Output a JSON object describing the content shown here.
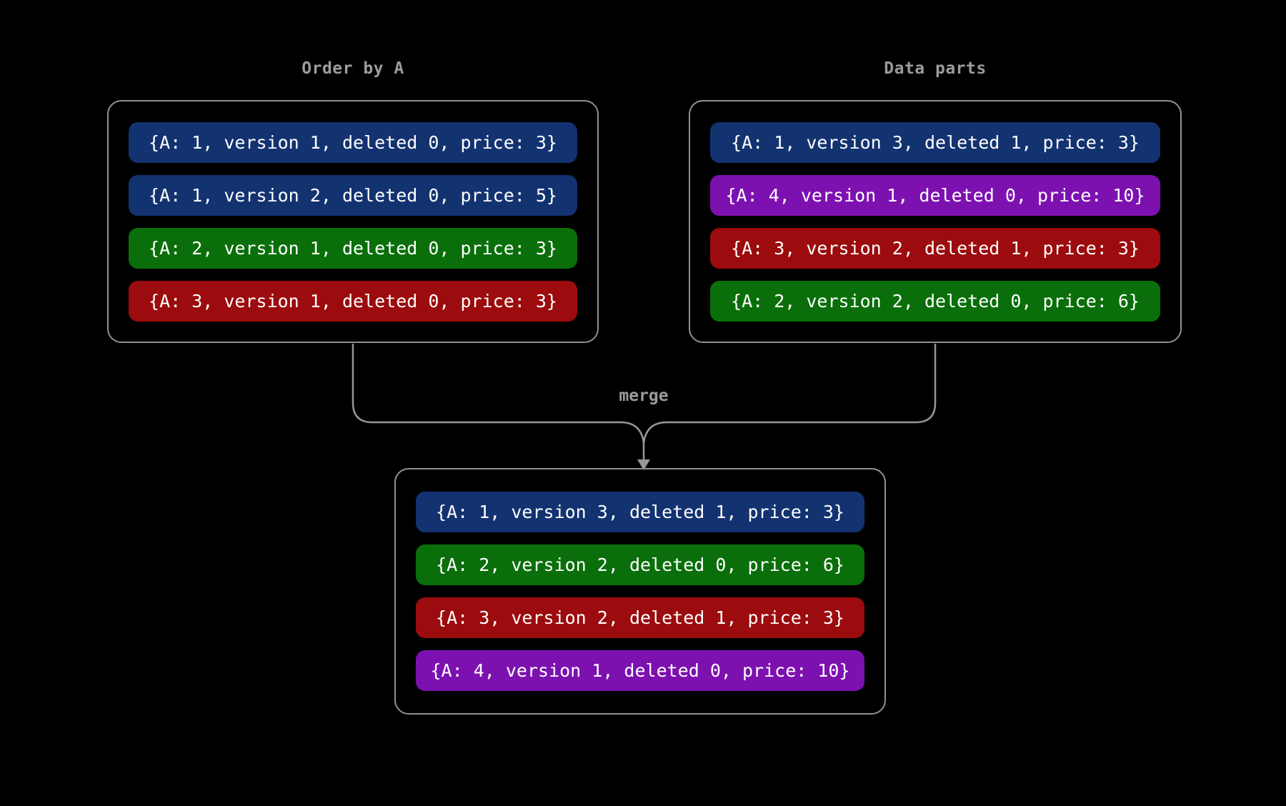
{
  "colors": {
    "background": "#000000",
    "box_border": "#8f9193",
    "connector": "#969696",
    "label_text": "#9a9c9e",
    "pill_text": "#ffffff",
    "blue": "#133270",
    "green": "#0a6f0a",
    "red": "#9c0b0d",
    "purple": "#7d11b0"
  },
  "panels": {
    "order_by_a": {
      "title": "Order by A",
      "rows": [
        {
          "text": "{A: 1, version 1, deleted 0, price: 3}",
          "color": "#133270"
        },
        {
          "text": "{A: 1, version 2, deleted 0, price: 5}",
          "color": "#133270"
        },
        {
          "text": "{A: 2, version 1, deleted 0, price: 3}",
          "color": "#0a6f0a"
        },
        {
          "text": "{A: 3, version 1, deleted 0, price: 3}",
          "color": "#9c0b0d"
        }
      ]
    },
    "data_parts": {
      "title": "Data parts",
      "rows": [
        {
          "text": "{A: 1, version 3, deleted 1, price: 3}",
          "color": "#133270"
        },
        {
          "text": "{A: 4, version 1, deleted 0, price: 10}",
          "color": "#7d11b0"
        },
        {
          "text": "{A: 3, version 2, deleted 1, price: 3}",
          "color": "#9c0b0d"
        },
        {
          "text": "{A: 2, version 2, deleted 0, price: 6}",
          "color": "#0a6f0a"
        }
      ]
    },
    "merged": {
      "rows": [
        {
          "text": "{A: 1, version 3, deleted 1, price: 3}",
          "color": "#133270"
        },
        {
          "text": "{A: 2, version 2, deleted 0, price: 6}",
          "color": "#0a6f0a"
        },
        {
          "text": "{A: 3, version 2, deleted 1, price: 3}",
          "color": "#9c0b0d"
        },
        {
          "text": "{A: 4, version 1, deleted 0, price: 10}",
          "color": "#7d11b0"
        }
      ]
    }
  },
  "merge_label": "merge"
}
